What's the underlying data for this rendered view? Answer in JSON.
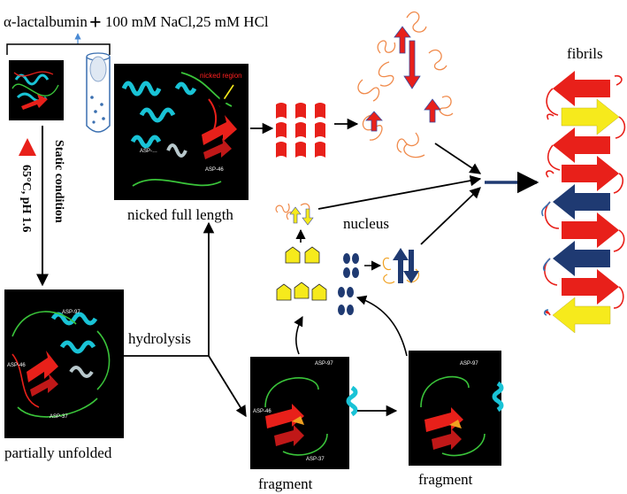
{
  "top_label": "α-lactalbumin",
  "top_plus": "+",
  "top_condition": "100 mM NaCl,25 mM HCl",
  "static_condition": "Static condition",
  "temp_ph": "65°C, pH 1.6",
  "nicked_region_label": "nicked region",
  "nicked_asp46": "ASP-46",
  "nicked_asp_short": "ASP-…",
  "nicked_full_length": "nicked full length",
  "partially_unfolded": "partially unfolded",
  "pu_asp97": "ASP-97",
  "pu_asp46": "ASP-46",
  "pu_asp37": "ASP-37",
  "hydrolysis": "hydrolysis",
  "nucleus": "nucleus",
  "fibrils": "fibrils",
  "fragment_1": "fragment",
  "fragment_2": "fragment",
  "f1_asp97": "ASP-97",
  "f1_asp46": "ASP-46",
  "f1_asp37": "ASP-37",
  "f2_asp97": "ASP-97",
  "colors": {
    "helix": "#19c3d6",
    "strand_red": "#e8201a",
    "strand_yellow": "#f6ea1c",
    "strand_navy": "#1f3a72",
    "loop_orange": "#f08a4b",
    "arrow_blue": "#1e5aa8"
  }
}
